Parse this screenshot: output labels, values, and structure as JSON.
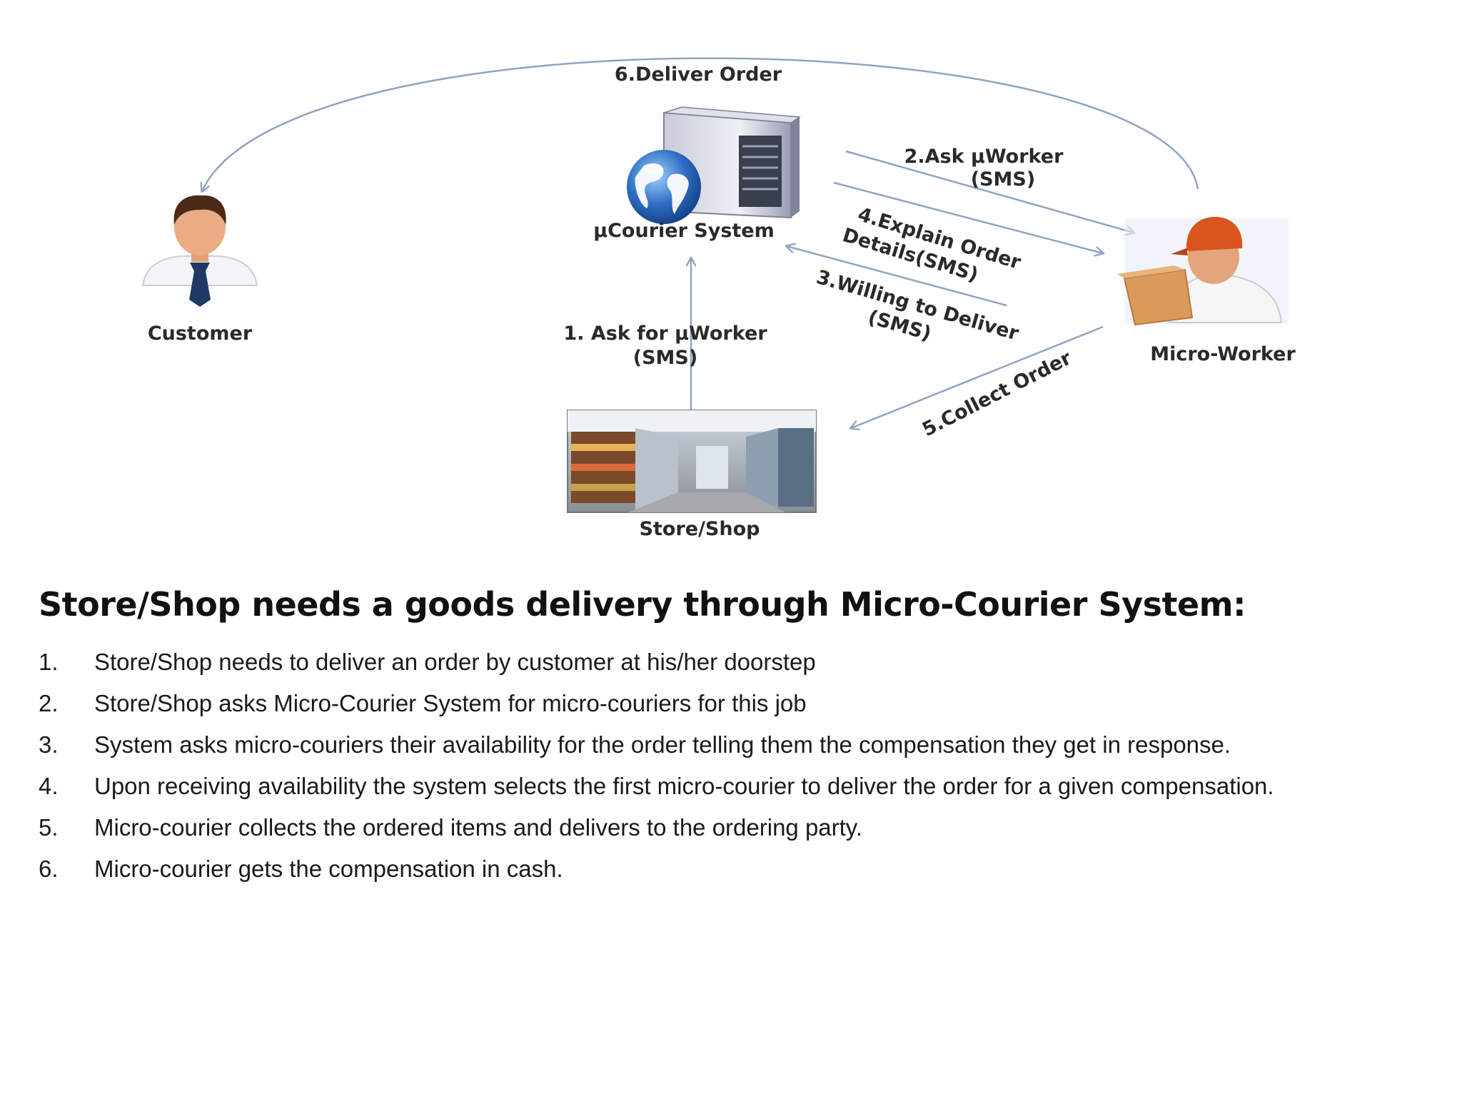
{
  "diagram": {
    "nodes": {
      "system": "µCourier System",
      "customer": "Customer",
      "worker": "Micro-Worker",
      "store": "Store/Shop"
    },
    "flows": {
      "step1_line1": "1. Ask for µWorker",
      "step1_line2": "(SMS)",
      "step2_line1": "2.Ask µWorker",
      "step2_line2": "(SMS)",
      "step3_line1": "3.Willing to Deliver",
      "step3_line2": "(SMS)",
      "step4_line1": "4.Explain Order",
      "step4_line2": "Details(SMS)",
      "step5": "5.Collect Order",
      "step6": "6.Deliver Order"
    },
    "colors": {
      "arrow": "#8ea4c2",
      "globe": "#2f6fc4",
      "hat": "#d9541e",
      "tie": "#1e3a64",
      "box": "#d99a5c"
    }
  },
  "content": {
    "heading": "Store/Shop needs a goods delivery through Micro-Courier System:",
    "steps": [
      {
        "num": "1.",
        "text": "Store/Shop needs to deliver an order by customer at his/her doorstep"
      },
      {
        "num": "2.",
        "text": "Store/Shop asks Micro-Courier System for micro-couriers for this job"
      },
      {
        "num": "3.",
        "text": "System asks micro-couriers their availability for the order telling them the compensation they get in response."
      },
      {
        "num": "4.",
        "text": "Upon receiving availability the system selects the first micro-courier to deliver the order for a given compensation."
      },
      {
        "num": "5.",
        "text": "Micro-courier collects the ordered items and delivers to the ordering party."
      },
      {
        "num": "6.",
        "text": "Micro-courier gets the compensation in cash."
      }
    ]
  }
}
